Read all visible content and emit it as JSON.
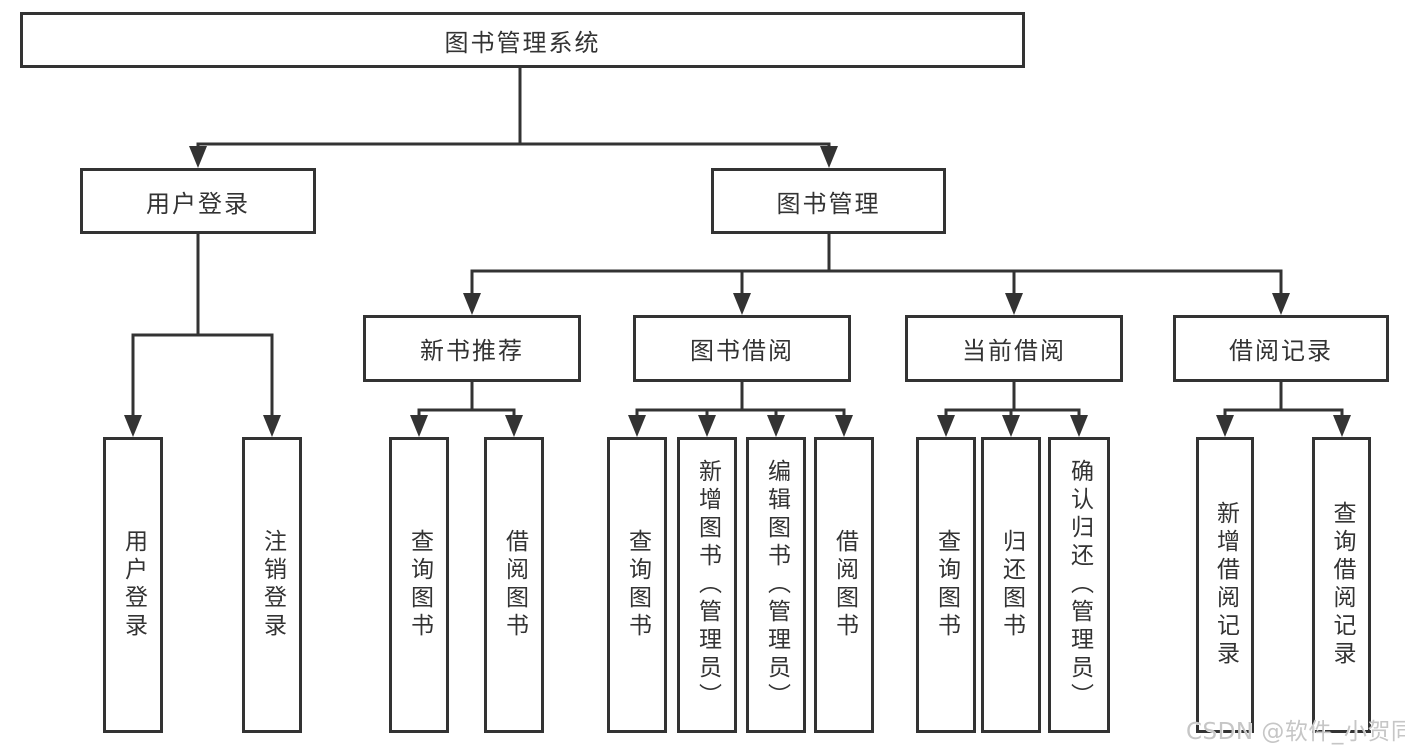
{
  "diagram": {
    "root": {
      "label": "图书管理系统"
    },
    "branches": [
      {
        "label": "用户登录",
        "children": [
          {
            "label": "用户登录"
          },
          {
            "label": "注销登录"
          }
        ]
      },
      {
        "label": "图书管理",
        "children": [
          {
            "label": "新书推荐",
            "children": [
              {
                "label": "查询图书"
              },
              {
                "label": "借阅图书"
              }
            ]
          },
          {
            "label": "图书借阅",
            "children": [
              {
                "label": "查询图书"
              },
              {
                "label": "新增图书（管理员）"
              },
              {
                "label": "编辑图书（管理员）"
              },
              {
                "label": "借阅图书"
              }
            ]
          },
          {
            "label": "当前借阅",
            "children": [
              {
                "label": "查询图书"
              },
              {
                "label": "归还图书"
              },
              {
                "label": "确认归还（管理员）"
              }
            ]
          },
          {
            "label": "借阅记录",
            "children": [
              {
                "label": "新增借阅记录"
              },
              {
                "label": "查询借阅记录"
              }
            ]
          }
        ]
      }
    ]
  },
  "watermark": {
    "text": "CSDN @软件_小贺同学"
  },
  "colors": {
    "line": "#333333",
    "box_border": "#333333",
    "box_fill": "#ffffff",
    "text": "#333333",
    "watermark": "#c6c6c6"
  }
}
